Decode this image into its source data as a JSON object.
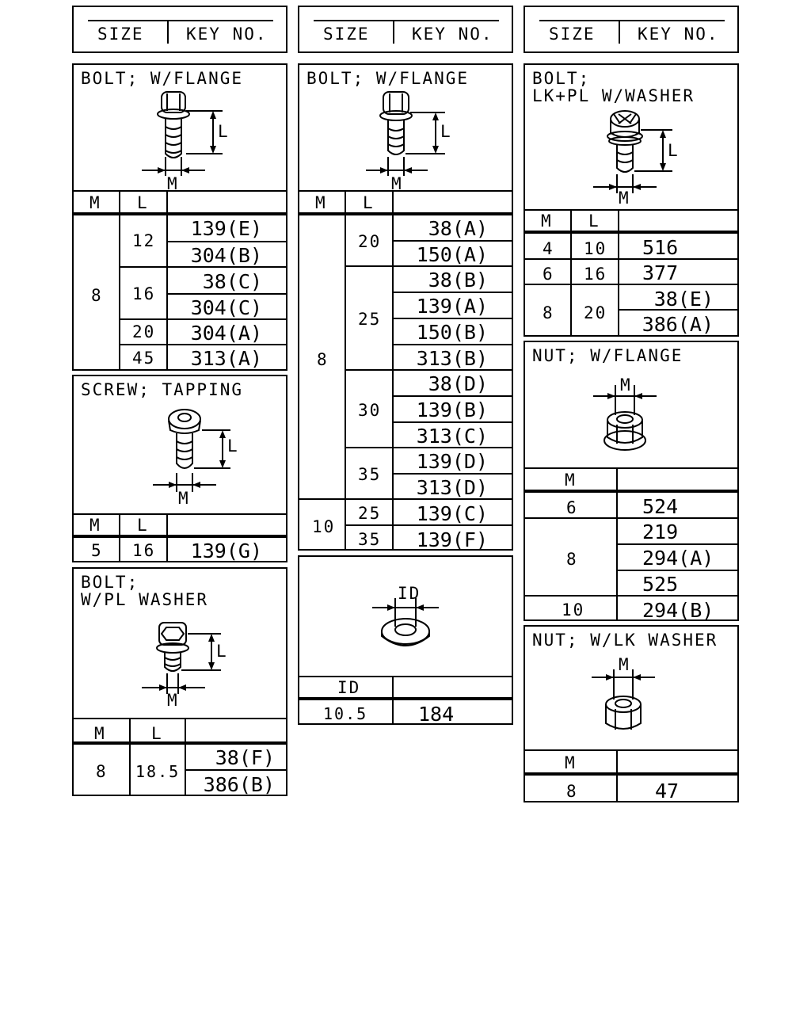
{
  "headers": [
    {
      "size": "SIZE",
      "key": "KEY NO."
    },
    {
      "size": "SIZE",
      "key": "KEY NO."
    },
    {
      "size": "SIZE",
      "key": "KEY NO."
    }
  ],
  "bolt_flange_a": {
    "title": "BOLT; W/FLANGE",
    "dim_l": "L",
    "dim_m": "M",
    "col_m": "M",
    "col_l": "L",
    "m": "8",
    "rows": [
      {
        "l": "12",
        "keys": [
          "139(E)",
          "304(B)"
        ]
      },
      {
        "l": "16",
        "keys": [
          "38(C)",
          "304(C)"
        ]
      },
      {
        "l": "20",
        "keys": [
          "304(A)"
        ]
      },
      {
        "l": "45",
        "keys": [
          "313(A)"
        ]
      }
    ]
  },
  "screw_tapping": {
    "title": "SCREW; TAPPING",
    "dim_l": "L",
    "dim_m": "M",
    "col_m": "M",
    "col_l": "L",
    "row": {
      "m": "5",
      "l": "16",
      "key": "139(G)"
    }
  },
  "bolt_pl_washer": {
    "title": "BOLT;\nW/PL WASHER",
    "dim_l": "L",
    "dim_m": "M",
    "col_m": "M",
    "col_l": "L",
    "m": "8",
    "l": "18.5",
    "keys": [
      "38(F)",
      "386(B)"
    ]
  },
  "bolt_flange_b": {
    "title": "BOLT; W/FLANGE",
    "dim_l": "L",
    "dim_m": "M",
    "col_m": "M",
    "col_l": "L",
    "groups": [
      {
        "m": "8",
        "rows": [
          {
            "l": "20",
            "keys": [
              "38(A)",
              "150(A)"
            ]
          },
          {
            "l": "25",
            "keys": [
              "38(B)",
              "139(A)",
              "150(B)",
              "313(B)"
            ]
          },
          {
            "l": "30",
            "keys": [
              "38(D)",
              "139(B)",
              "313(C)"
            ]
          },
          {
            "l": "35",
            "keys": [
              "139(D)",
              "313(D)"
            ]
          }
        ]
      },
      {
        "m": "10",
        "rows": [
          {
            "l": "25",
            "keys": [
              "139(C)"
            ]
          },
          {
            "l": "35",
            "keys": [
              "139(F)"
            ]
          }
        ]
      }
    ]
  },
  "washer": {
    "dim_id": "ID",
    "col_id": "ID",
    "row": {
      "id": "10.5",
      "key": "184"
    }
  },
  "bolt_lkpl_washer": {
    "title": "BOLT;\nLK+PL W/WASHER",
    "dim_l": "L",
    "dim_m": "M",
    "col_m": "M",
    "col_l": "L",
    "rows": [
      {
        "m": "4",
        "l": "10",
        "keys": [
          "516"
        ]
      },
      {
        "m": "6",
        "l": "16",
        "keys": [
          "377"
        ]
      },
      {
        "m": "8",
        "l": "20",
        "keys": [
          "38(E)",
          "386(A)"
        ]
      }
    ]
  },
  "nut_flange": {
    "title": "NUT; W/FLANGE",
    "dim_m": "M",
    "col_m": "M",
    "rows": [
      {
        "m": "6",
        "keys": [
          "524"
        ]
      },
      {
        "m": "8",
        "keys": [
          "219",
          "294(A)",
          "525"
        ]
      },
      {
        "m": "10",
        "keys": [
          "294(B)"
        ]
      }
    ]
  },
  "nut_lk_washer": {
    "title": "NUT; W/LK WASHER",
    "dim_m": "M",
    "col_m": "M",
    "row": {
      "m": "8",
      "key": "47"
    }
  }
}
